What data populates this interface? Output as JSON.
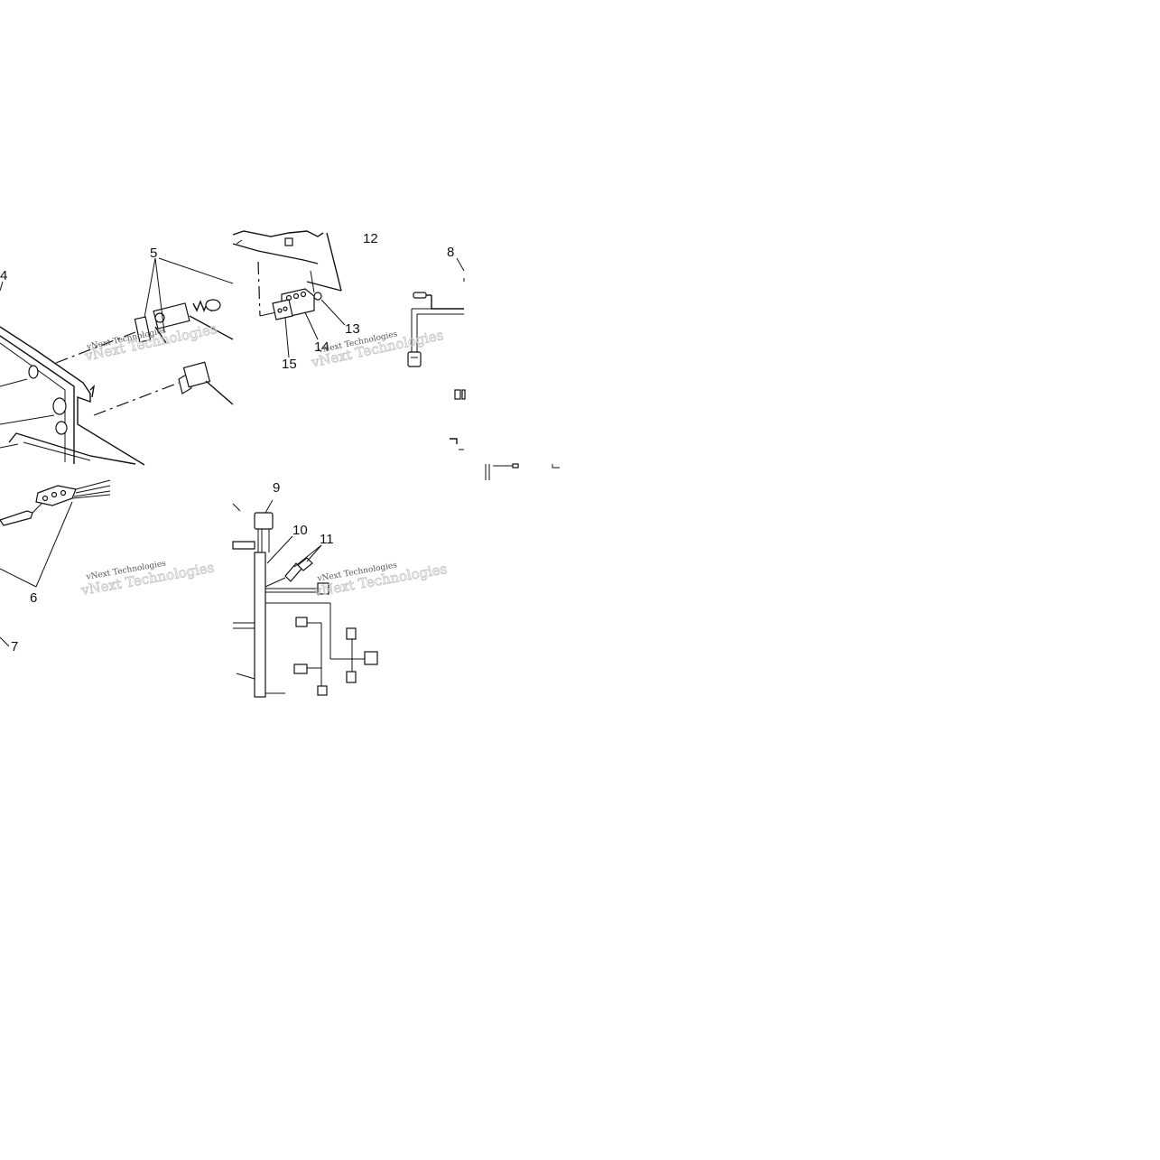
{
  "callouts": {
    "n4": "4",
    "n5": "5",
    "n6": "6",
    "n7": "7",
    "n8": "8",
    "n9": "9",
    "n10": "10",
    "n11": "11",
    "n12": "12",
    "n13": "13",
    "n14": "14",
    "n15": "15"
  },
  "watermark": {
    "text": "vNext Technologies"
  },
  "colors": {
    "background": "#ffffff",
    "ink": "#111111"
  }
}
